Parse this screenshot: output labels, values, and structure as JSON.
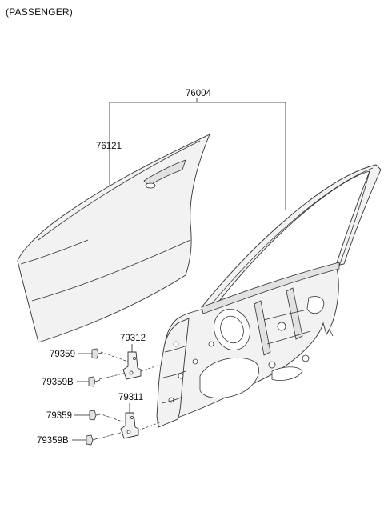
{
  "header": {
    "variant": "(PASSENGER)"
  },
  "parts": {
    "assembly": "76004",
    "outer_panel": "76121",
    "upper_hinge": "79312",
    "lower_hinge": "79311",
    "upper_bolt_a": "79359",
    "upper_bolt_b": "79359B",
    "lower_bolt_a": "79359",
    "lower_bolt_b": "79359B"
  }
}
